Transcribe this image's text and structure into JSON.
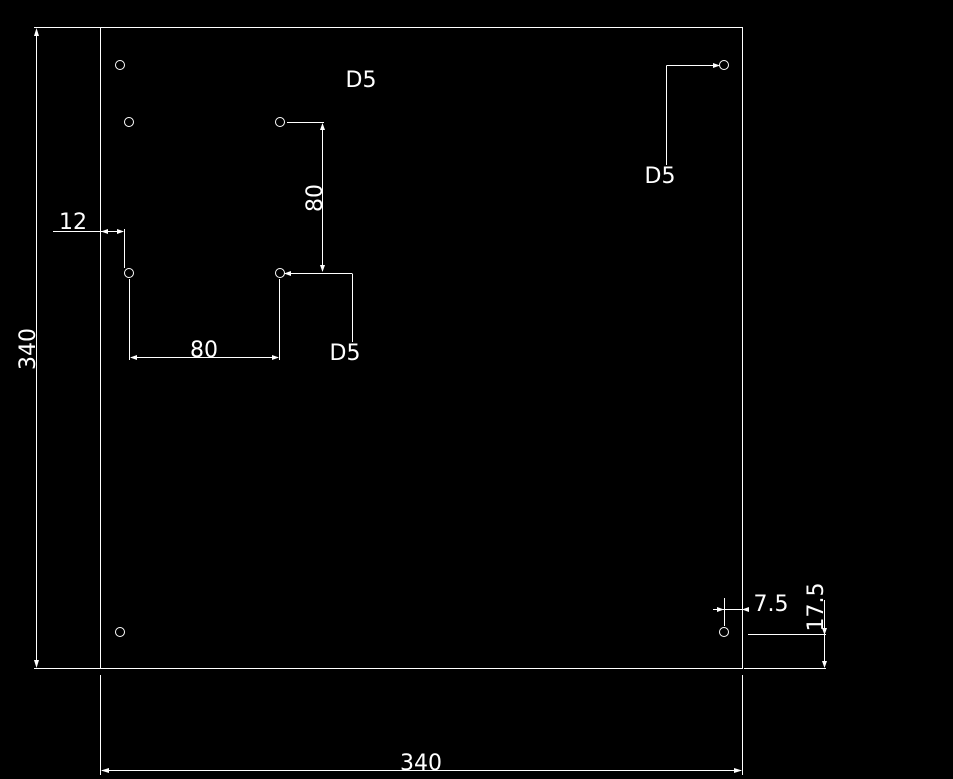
{
  "labels": {
    "hole_callout_top": "D5",
    "hole_callout_right": "D5",
    "hole_callout_middle": "D5",
    "dim_vertical_spacing": "80",
    "dim_horizontal_spacing": "80",
    "dim_left_offset": "12",
    "dim_total_height": "340",
    "dim_total_width": "340",
    "dim_corner_x_offset": "7.5",
    "dim_corner_y_offset": "17.5"
  },
  "colors": {
    "background": "#000000",
    "linework": "#ffffff"
  }
}
